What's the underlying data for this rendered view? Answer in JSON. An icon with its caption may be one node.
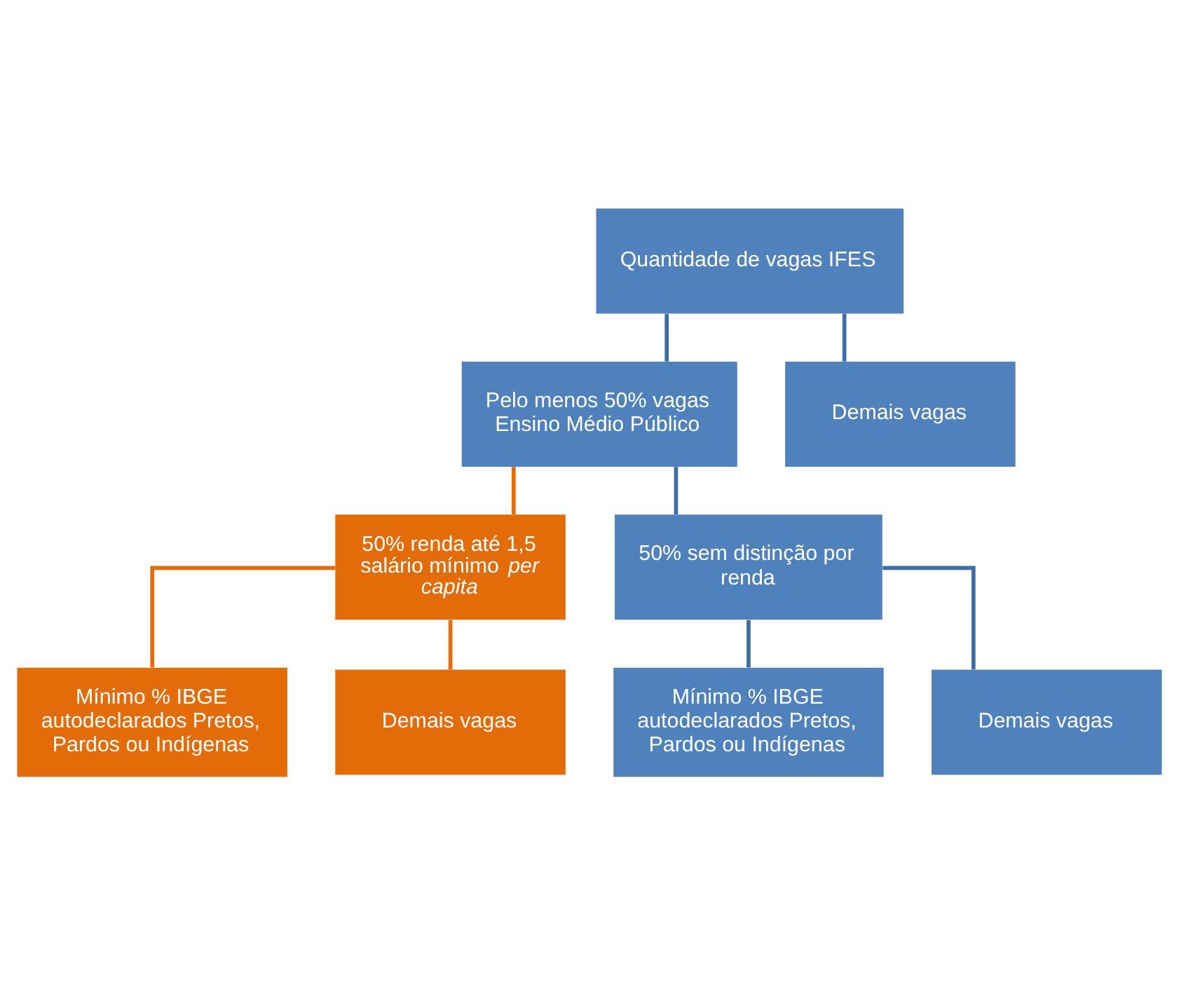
{
  "diagram": {
    "nodes": [
      {
        "text": [
          "Quantidade de vagas IFES"
        ]
      },
      {
        "text": [
          "Pelo menos 50% vagas Ensino Médio Público"
        ]
      },
      {
        "text": [
          "Demais vagas"
        ]
      },
      {
        "text": [
          "50% renda até 1,5 salário mínimo *per capita*"
        ]
      },
      {
        "text": [
          "50% sem distinção por renda"
        ]
      },
      {
        "text": [
          "Mínimo % IBGE autodeclarados Pretos, Pardos ou Indígenas"
        ]
      },
      {
        "text": [
          "Demais vagas"
        ]
      },
      {
        "text": [
          "Mínimo % IBGE autodeclarados Pretos, Pardos ou Indígenas"
        ]
      },
      {
        "text": [
          "Demais vagas"
        ]
      }
    ],
    "edges": [
      {
        "from": 0,
        "to": 1,
        "arrow": "none"
      },
      {
        "from": 0,
        "to": 2,
        "arrow": "none"
      },
      {
        "from": 1,
        "to": 3,
        "arrow": "none",
        "color": "#e46c0a"
      },
      {
        "from": 1,
        "to": 4,
        "arrow": "none"
      },
      {
        "from": 3,
        "to": 5,
        "arrow": "none",
        "color": "#e46c0a"
      },
      {
        "from": 3,
        "to": 6,
        "arrow": "none",
        "color": "#e46c0a"
      },
      {
        "from": 4,
        "to": 7,
        "arrow": "none"
      },
      {
        "from": 4,
        "to": 8,
        "arrow": "none"
      }
    ]
  }
}
